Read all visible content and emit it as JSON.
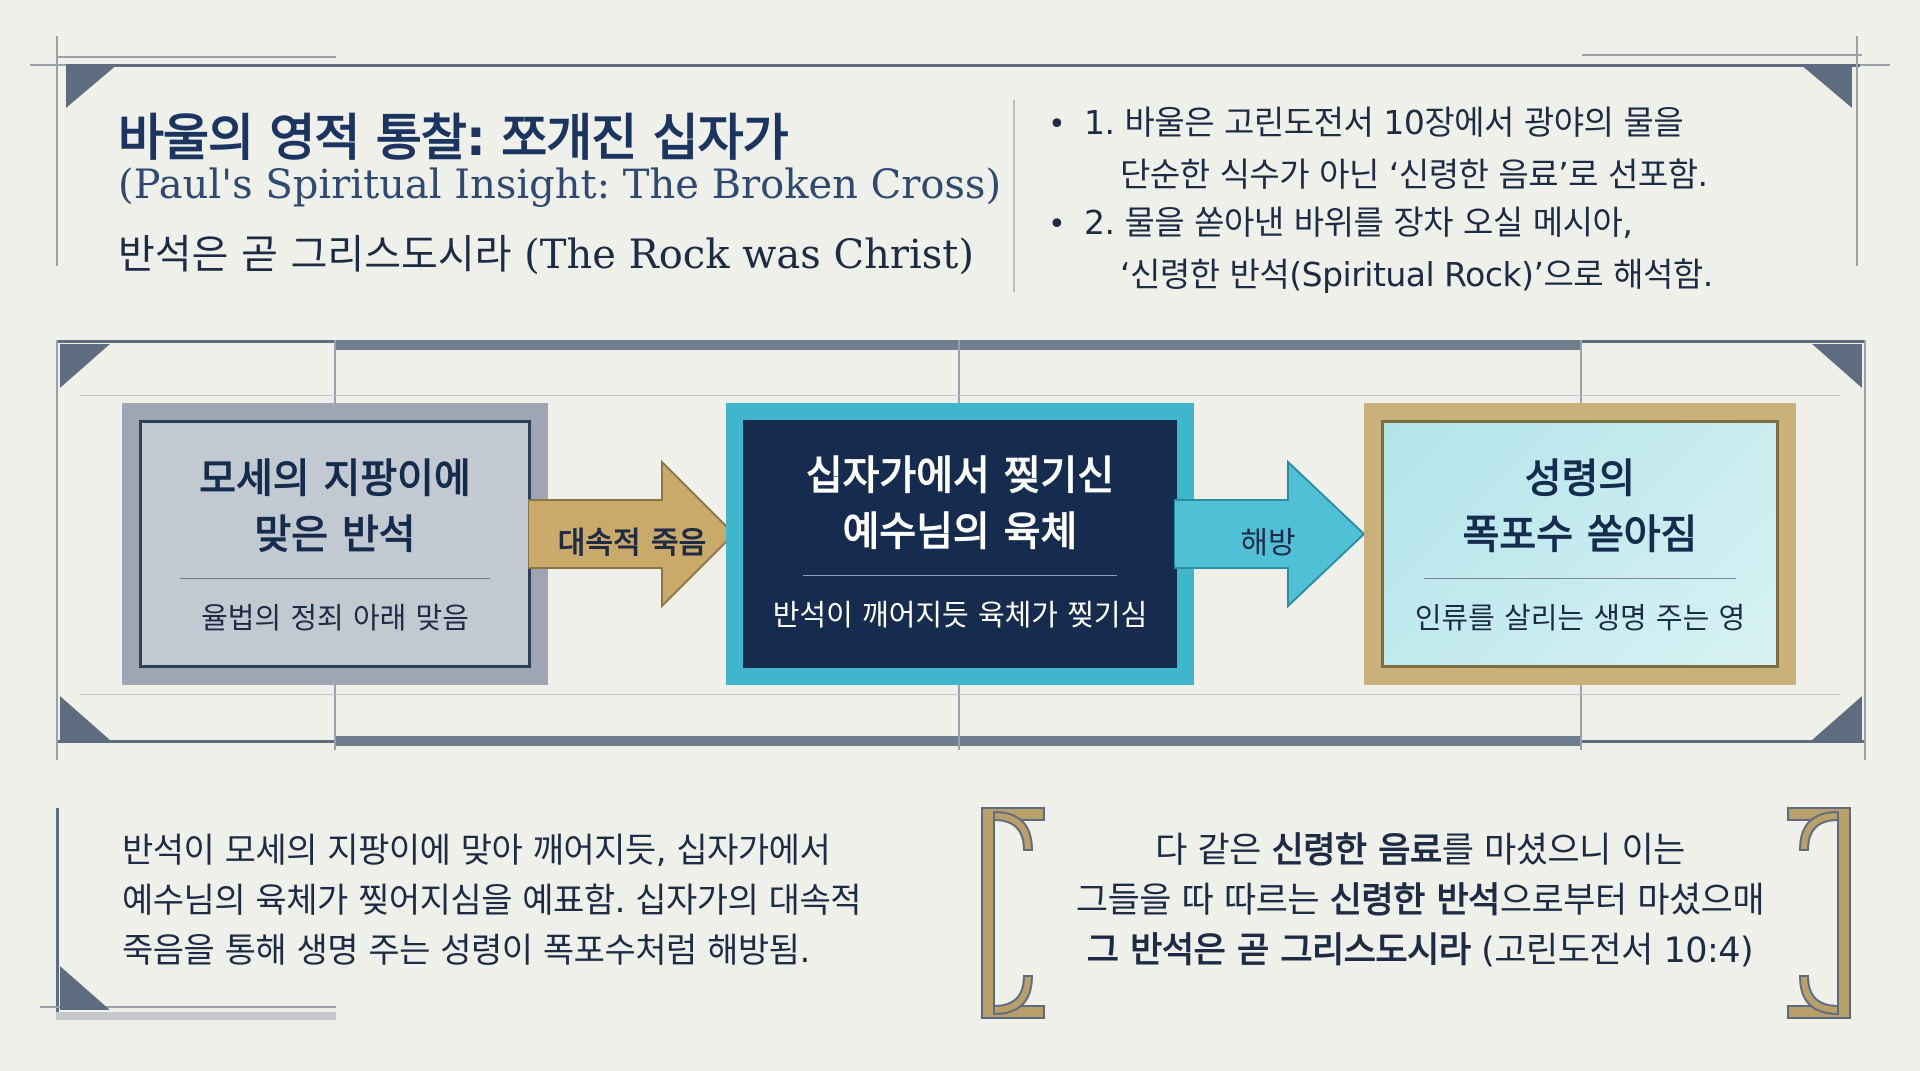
{
  "header": {
    "title": "바울의 영적 통찰: 쪼개진 십자가",
    "title_en": "(Paul's Spiritual Insight: The Broken Cross)",
    "subtitle_ko": "반석은 곧 그리스도시라 ",
    "subtitle_en": "(The Rock was Christ)"
  },
  "bullets": [
    {
      "marker": "•",
      "line1": "1. 바울은 고린도전서 10장에서 광야의 물을",
      "line2": "단순한 식수가 아닌 ‘신령한 음료’로 선포함."
    },
    {
      "marker": "•",
      "line1": "2. 물을 쏟아낸 바위를 장차 오실 메시아,",
      "line2": "‘신령한 반석(Spiritual Rock)’으로 해석함."
    }
  ],
  "diagram": {
    "box1": {
      "title_line1": "모세의 지팡이에",
      "title_line2": "맞은 반석",
      "subtitle": "율법의 정죄 아래 맞음"
    },
    "arrow1": {
      "label": "대속적 죽음"
    },
    "box2": {
      "title_line1": "십자가에서 찢기신",
      "title_line2": "예수님의 육체",
      "subtitle": "반석이 깨어지듯 육체가 찢기심"
    },
    "arrow2": {
      "label": "해방"
    },
    "box3": {
      "title_line1": "성령의",
      "title_line2": "폭포수 쏟아짐",
      "subtitle": "인류를 살리는 생명 주는 영"
    }
  },
  "explanation": {
    "line1": "반석이 모세의 지팡이에 맞아 깨어지듯, 십자가에서",
    "line2": "예수님의 육체가 찢어지심을 예표함. 십자가의 대속적",
    "line3": "죽음을 통해 생명 주는 성령이 폭포수처럼 해방됨."
  },
  "quote": {
    "l1_a": "다 같은 ",
    "l1_b": "신령한 음료",
    "l1_c": "를 마셨으니 이는",
    "l2_a": "그들을 따 따르는 ",
    "l2_b": "신령한 반석",
    "l2_c": "으로부터 마셨으매",
    "l3_a": "그 반석은 곧 그리스도시라",
    "l3_b": " (고린도전서 10:4)"
  },
  "colors": {
    "navy": "#152c4e",
    "cyan": "#3fb6cc",
    "gold": "#c9b27a",
    "gray": "#9ea6b3",
    "background": "#f0f0ea"
  }
}
